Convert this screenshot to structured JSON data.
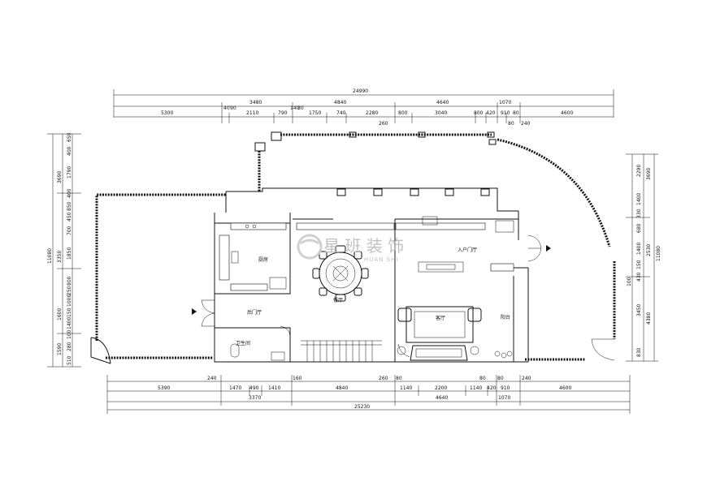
{
  "top_dims": {
    "total": "24990",
    "row1": [
      "3480",
      "4840",
      "4640",
      "1070"
    ],
    "row2": [
      "5300",
      "40",
      "90",
      "2110",
      "790",
      "140",
      "30",
      "1750",
      "740",
      "2280",
      "800",
      "3040",
      "800",
      "420",
      "910",
      "80",
      "4600"
    ],
    "row3": [
      "260",
      "80",
      "240"
    ]
  },
  "bottom_dims": {
    "row1": [
      "240",
      "160",
      "260",
      "80",
      "80",
      "80",
      "240"
    ],
    "row2": [
      "5390",
      "1470",
      "490",
      "1410",
      "4840",
      "1140",
      "2200",
      "1140",
      "420",
      "910",
      "4600"
    ],
    "row3": [
      "3370",
      "4640",
      "1070"
    ],
    "total": "25230"
  },
  "left_dims": {
    "outer": [
      "3690",
      "3350",
      "1600",
      "1590"
    ],
    "inner": [
      "650",
      "400",
      "1790",
      "400",
      "850",
      "450",
      "700",
      "1850",
      "800",
      "250",
      "1000",
      "150",
      "1400",
      "100",
      "280",
      "510"
    ],
    "total": "11080"
  },
  "right_dims": {
    "outer": [
      "3690",
      "2530",
      "4380"
    ],
    "inner": [
      "2290",
      "1400",
      "330",
      "680",
      "1400",
      "150",
      "100",
      "430",
      "3450",
      "830"
    ],
    "total": "11080"
  },
  "rooms": {
    "kitchen": "厨房",
    "dining": "餐厅",
    "entry_hall": "入户门厅",
    "living": "客厅",
    "balcony": "阳台",
    "back_hall": "后门厅",
    "bathroom": "卫生间"
  },
  "watermark": {
    "title": "星 班 装 饰",
    "subtitle": "HUAN SHI"
  }
}
